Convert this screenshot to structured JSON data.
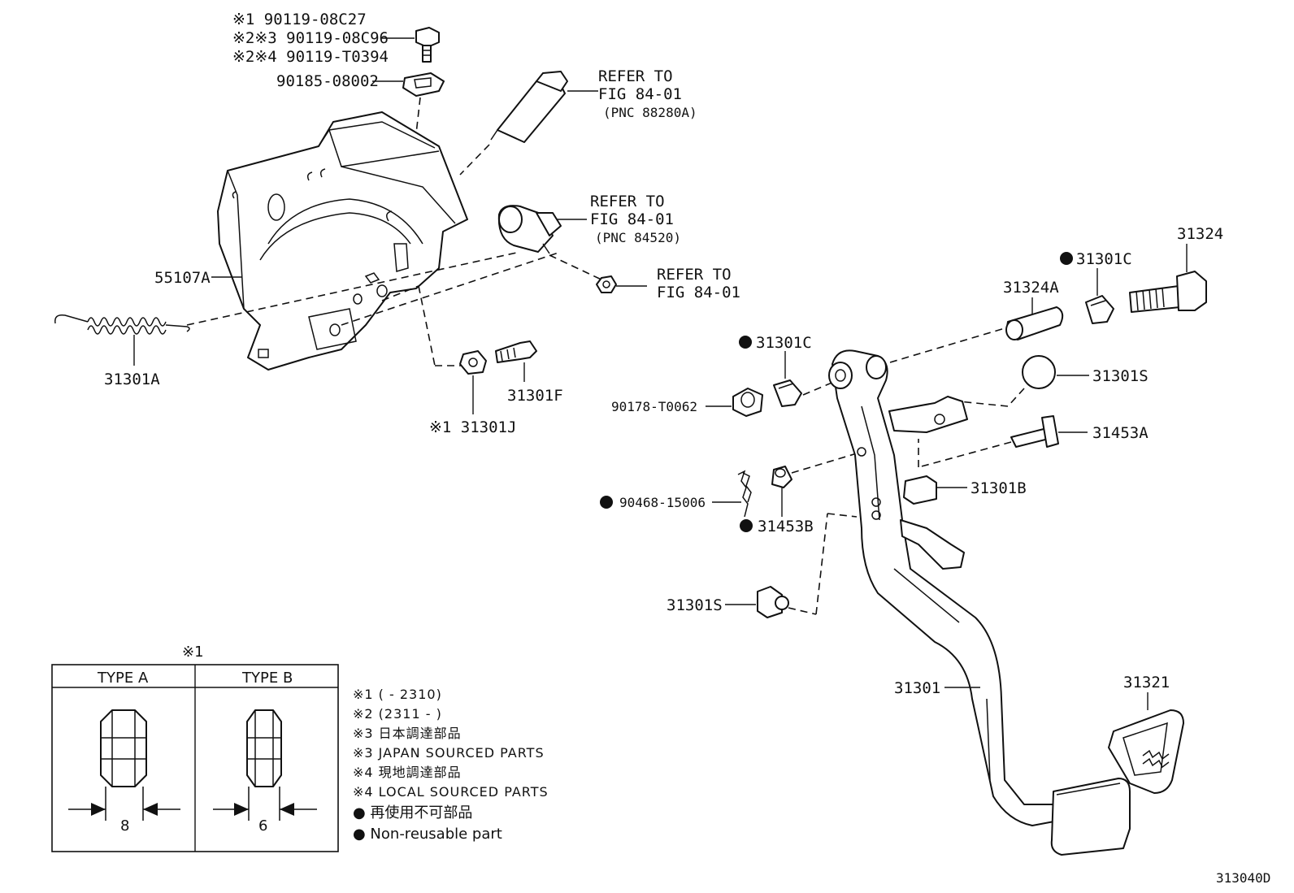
{
  "labels": {
    "l_90119_08c27": "※1    90119-08C27",
    "l_90119_08c96": "※2※3 90119-08C96",
    "l_90119_t0394": "※2※4 90119-T0394",
    "l_90185_08002": "90185-08002",
    "l_refer1": "REFER TO",
    "l_fig1": "FIG 84-01",
    "l_pnc1": "(PNC 88280A)",
    "l_refer2": "REFER TO",
    "l_fig2": "FIG 84-01",
    "l_pnc2": "(PNC 84520)",
    "l_refer3": "REFER TO",
    "l_fig3": "FIG 84-01",
    "l_55107a": "55107A",
    "l_31301a": "31301A",
    "l_31301f": "31301F",
    "l_31301j": "※1 31301J",
    "l_31324": "31324",
    "l_31301c_top": "31301C",
    "l_31324a": "31324A",
    "l_31301c_mid": "31301C",
    "l_90178": "90178-T0062",
    "l_31301s_top": "31301S",
    "l_31453a": "31453A",
    "l_31301b": "31301B",
    "l_90468": "90468-15006",
    "l_31453b": "31453B",
    "l_31301s_bot": "31301S",
    "l_31301": "31301",
    "l_31321": "31321"
  },
  "table": {
    "mark": "※1",
    "type_a": "TYPE A",
    "type_b": "TYPE B",
    "dim_a": "8",
    "dim_b": "6"
  },
  "notes": [
    "※1 (        - 2310)",
    "※2 (2311 -        )",
    "※3 日本調達部品",
    "※3 JAPAN SOURCED PARTS",
    "※4 現地調達部品",
    "※4 LOCAL SOURCED PARTS",
    "● 再使用不可部品",
    "● Non-reusable part"
  ],
  "figure_code": "313040D"
}
